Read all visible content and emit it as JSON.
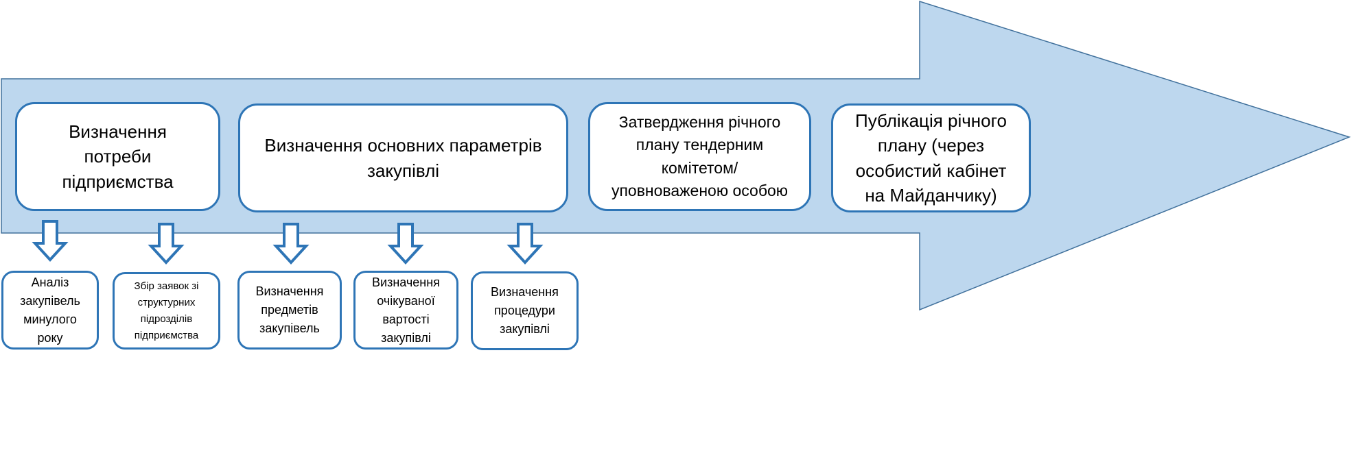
{
  "colors": {
    "arrow_fill": "#bdd7ee",
    "arrow_stroke": "#41719c",
    "box_border": "#2e75b6"
  },
  "stages": [
    {
      "label": "Визначення потреби підприємства"
    },
    {
      "label": "Визначення основних параметрів закупівлі"
    },
    {
      "label": "Затвердження річного плану тендерним комітетом/ уповноваженою особою"
    },
    {
      "label": "Публікація річного плану (через особистий кабінет на Майданчику)"
    }
  ],
  "substeps": [
    {
      "label": "Аналіз закупівель минулого року"
    },
    {
      "label": "Збір заявок зі структурних підрозділів підприємства"
    },
    {
      "label": "Визначення предметів закупівель"
    },
    {
      "label": "Визначення очікуваної вартості закупівлі"
    },
    {
      "label": "Визначення процедури закупівлі"
    }
  ]
}
